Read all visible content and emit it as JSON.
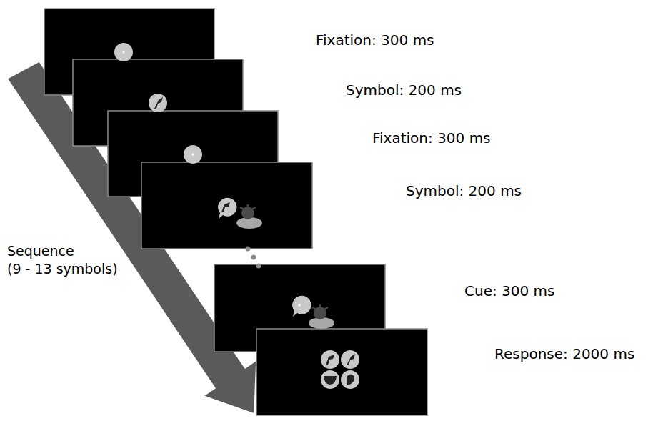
{
  "diagram": {
    "labels": [
      "Fixation: 300 ms",
      "Symbol: 200 ms",
      "Fixation: 300 ms",
      "Symbol: 200 ms",
      "Cue: 300 ms",
      "Response: 2000 ms",
      "Sequence",
      "(9 - 13 symbols)"
    ]
  }
}
